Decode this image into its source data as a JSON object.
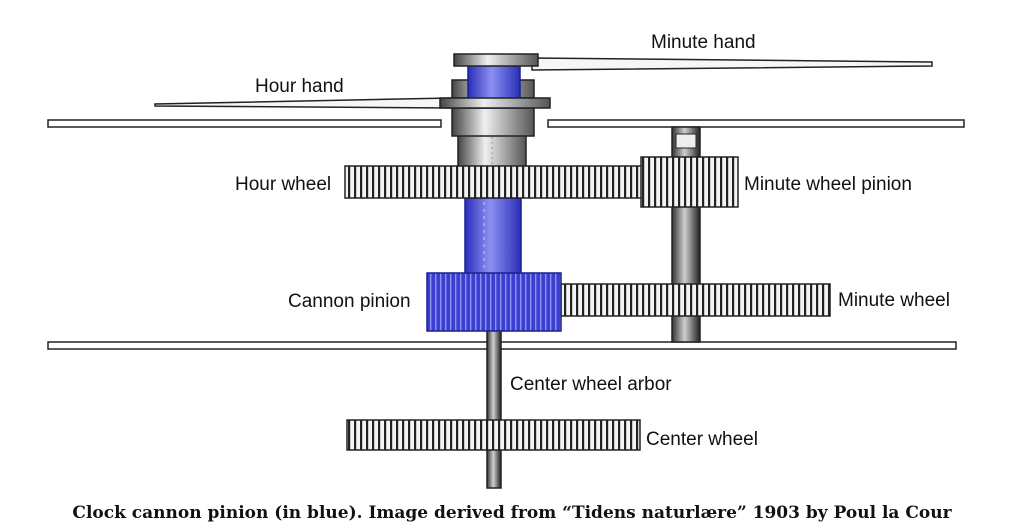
{
  "labels": {
    "minute_hand": "Minute hand",
    "hour_hand": "Hour hand",
    "hour_wheel": "Hour wheel",
    "minute_wheel_pinion": "Minute wheel pinion",
    "cannon_pinion": "Cannon pinion",
    "minute_wheel": "Minute wheel",
    "center_wheel_arbor": "Center wheel arbor",
    "center_wheel": "Center wheel"
  },
  "caption": "Clock cannon pinion (in blue). Image derived from “Tidens naturlære” 1903 by Poul la Cour",
  "colors": {
    "highlight": "#3b3fd0",
    "ink": "#111111"
  }
}
